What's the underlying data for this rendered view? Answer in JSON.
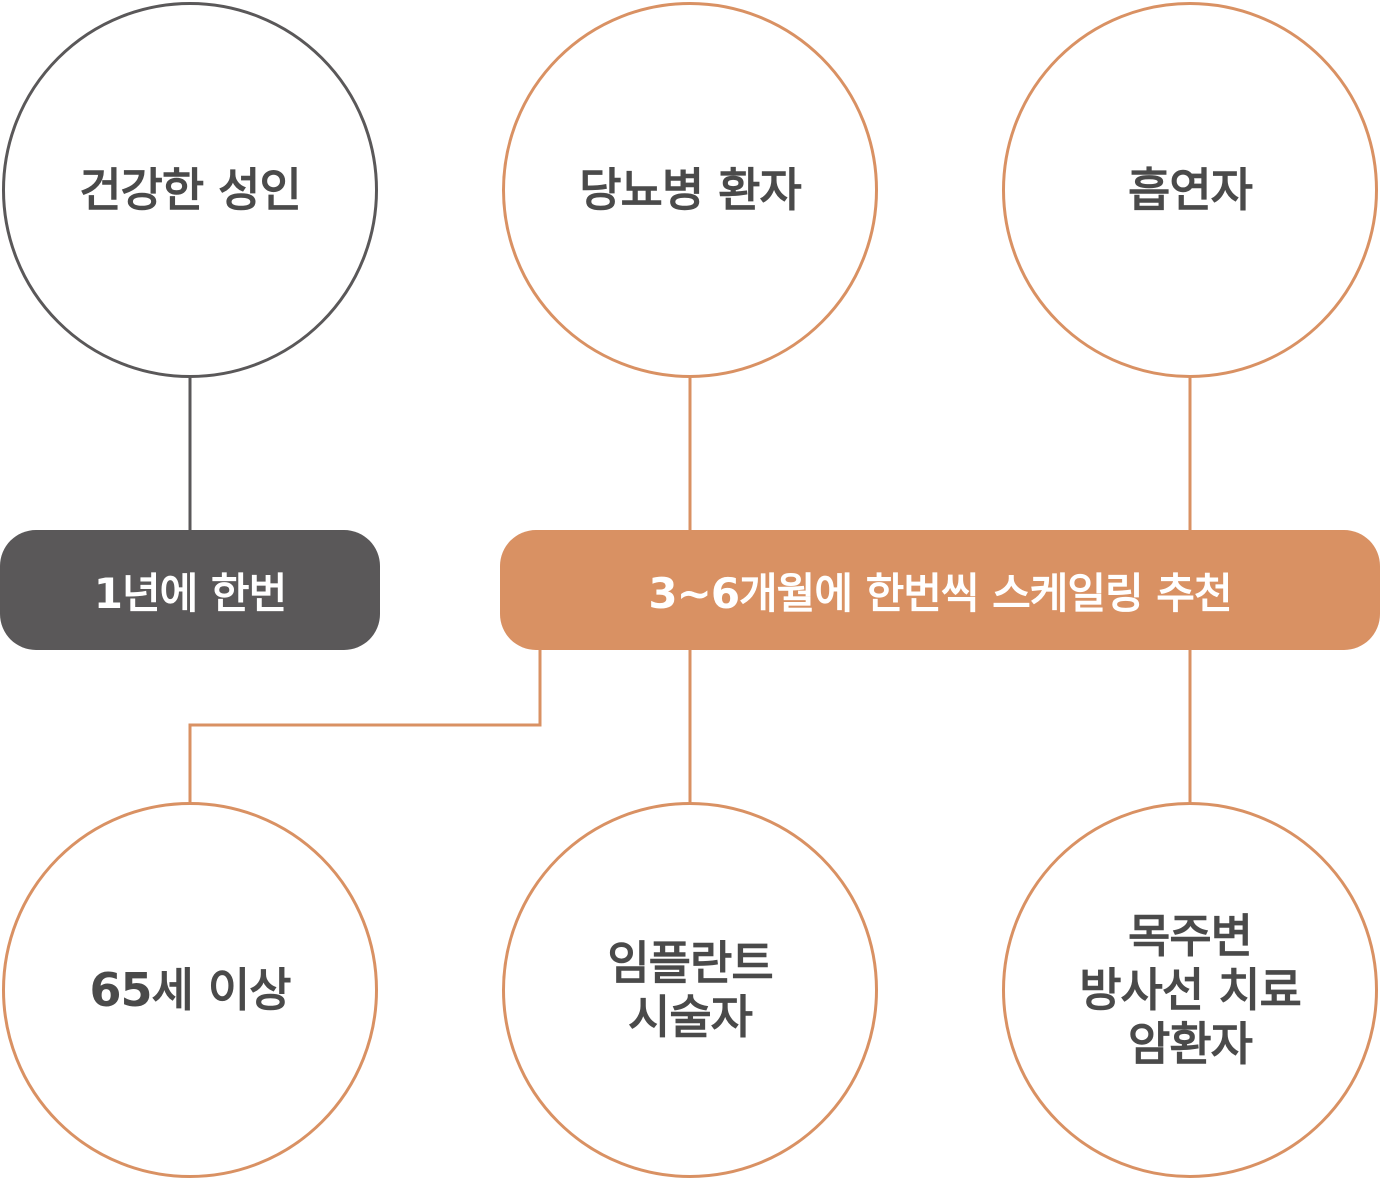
{
  "colors": {
    "gray": "#5a5859",
    "orange": "#d99163",
    "text": "#4a4a4a",
    "pill_text": "#ffffff"
  },
  "top_row": [
    {
      "label": "건강한 성인",
      "group": "gray"
    },
    {
      "label": "당뇨병 환자",
      "group": "orange"
    },
    {
      "label": "흡연자",
      "group": "orange"
    }
  ],
  "pills": {
    "annual": "1년에 한번",
    "scaling": "3~6개월에 한번씩 스케일링 추천"
  },
  "bottom_row": [
    {
      "label": "65세 이상",
      "group": "orange"
    },
    {
      "label": "임플란트\n시술자",
      "group": "orange"
    },
    {
      "label": "목주변\n방사선 치료\n암환자",
      "group": "orange"
    }
  ]
}
